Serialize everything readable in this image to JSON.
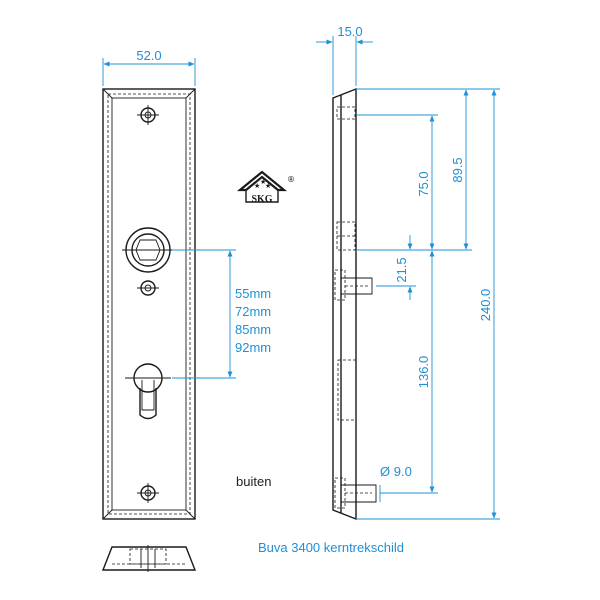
{
  "front_view": {
    "width_dim": "52.0",
    "handle_offsets": [
      "55mm",
      "72mm",
      "85mm",
      "92mm"
    ],
    "side_label": "buiten"
  },
  "side_view": {
    "thickness_dim": "15.0",
    "dim_75": "75.0",
    "dim_89_5": "89.5",
    "dim_21_5": "21.5",
    "dim_136": "136.0",
    "dim_240": "240.0",
    "hole_dia": "Ø 9.0"
  },
  "logo": {
    "text": "SKG",
    "registered": "®"
  },
  "title": "Buva 3400 kerntrekschild",
  "colors": {
    "dimension": "#1e90d6",
    "outline": "#1a1a1a"
  }
}
